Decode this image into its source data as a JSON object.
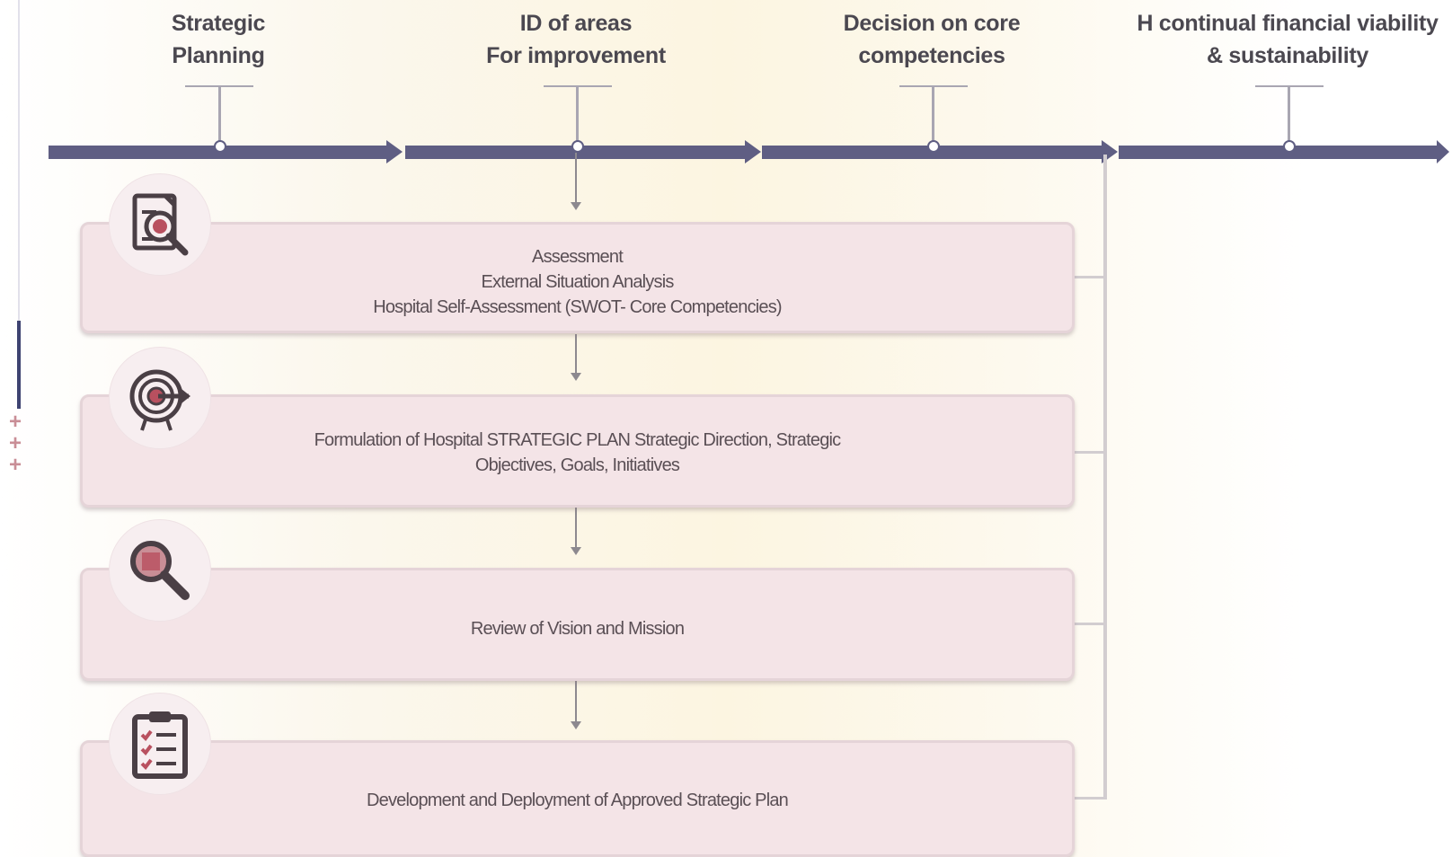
{
  "timeline": {
    "stages": [
      {
        "line1": "Strategic",
        "line2": "Planning"
      },
      {
        "line1": "ID of areas",
        "line2": "For improvement"
      },
      {
        "line1": "Decision on core",
        "line2": "competencies"
      },
      {
        "line1": "H continual financial viability",
        "line2": "& sustainability"
      }
    ]
  },
  "process_steps": [
    {
      "icon": "document-magnifier-icon",
      "lines": [
        "Assessment",
        "External Situation Analysis",
        "Hospital Self-Assessment (SWOT- Core Competencies)"
      ]
    },
    {
      "icon": "target-arrow-icon",
      "lines": [
        "Formulation of Hospital STRATEGIC PLAN Strategic Direction, Strategic",
        "Objectives, Goals, Initiatives"
      ]
    },
    {
      "icon": "magnifying-glass-icon",
      "lines": [
        "Review of Vision and Mission"
      ]
    },
    {
      "icon": "clipboard-checklist-icon",
      "lines": [
        "Development and Deployment of Approved Strategic Plan"
      ]
    }
  ],
  "colors": {
    "timeline_arrow": "#5f5e83",
    "box_fill": "#f4e4e7",
    "box_border": "#e5d4d8",
    "icon_dark": "#4a3f45",
    "icon_accent": "#b9505f",
    "side_marks": "#c98e96"
  }
}
